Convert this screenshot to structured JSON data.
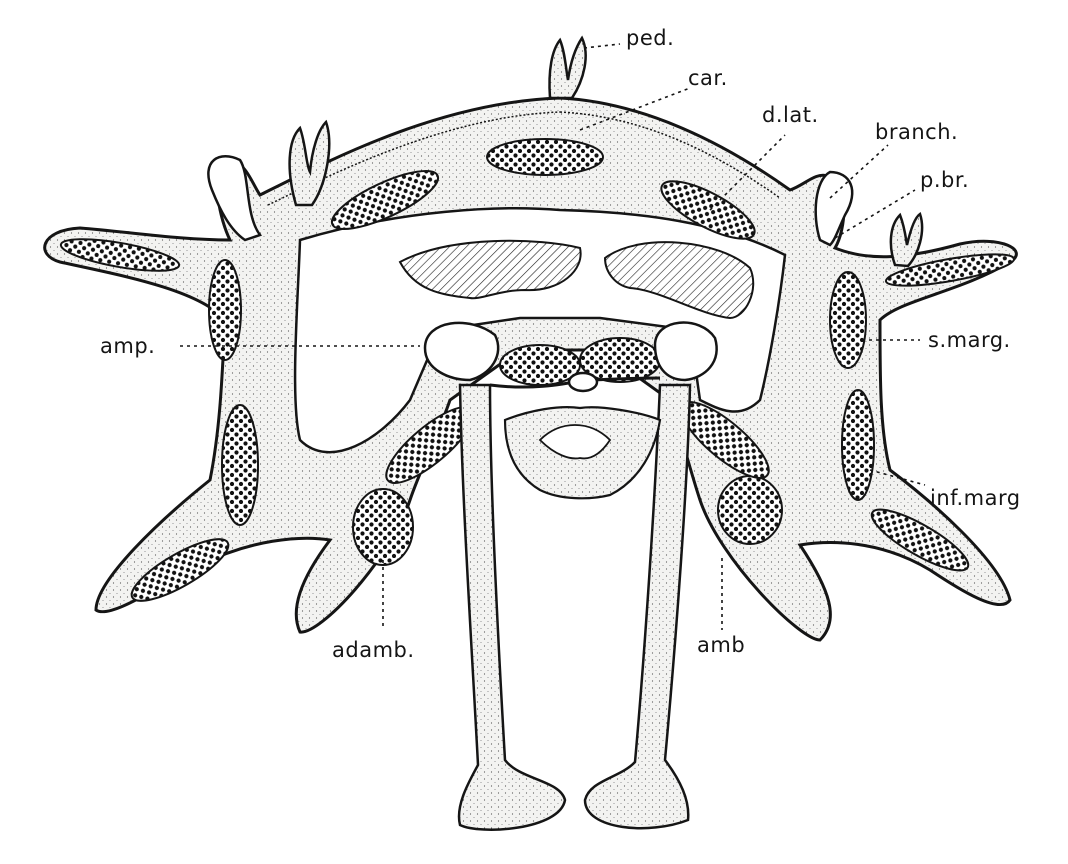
{
  "labels": {
    "ped": "ped.",
    "car": "car.",
    "d_lat": "d.lat.",
    "branch": "branch.",
    "p_br": "p.br.",
    "amp": "amp.",
    "s_marg": "s.marg.",
    "inf_marg": "inf.marg",
    "adamb": "adamb.",
    "amb": "amb"
  },
  "colors": {
    "ink": "#151515",
    "tissue": "#f2f2f0",
    "paper": "#ffffff"
  }
}
